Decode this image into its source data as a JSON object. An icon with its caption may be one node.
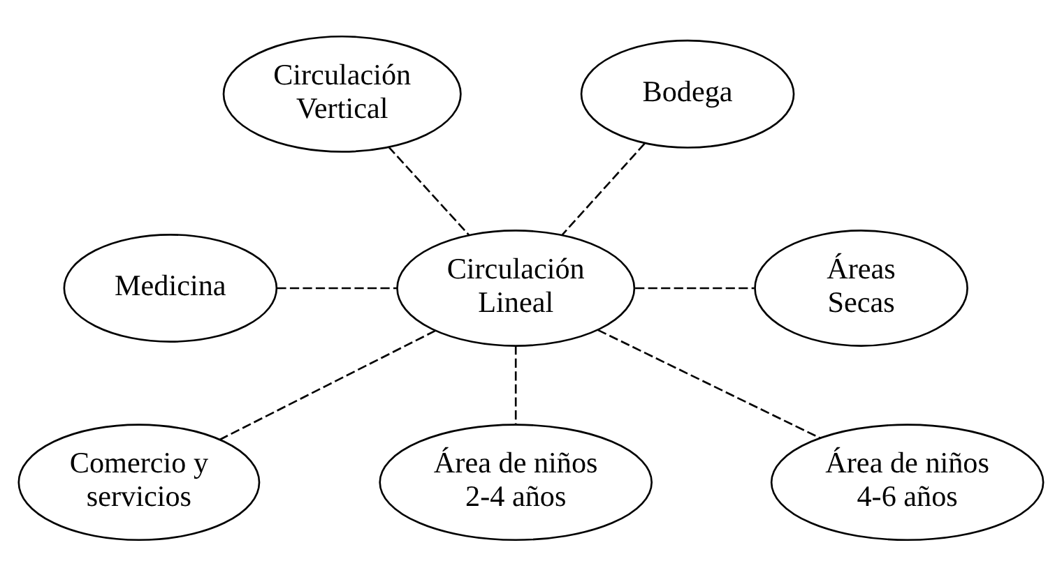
{
  "diagram": {
    "nodes": [
      {
        "text": [
          "Circulación Vertical"
        ]
      },
      {
        "text": [
          "Bodega"
        ]
      },
      {
        "text": [
          "Medicina"
        ]
      },
      {
        "text": [
          "Circulación Lineal"
        ]
      },
      {
        "text": [
          "Áreas Secas"
        ]
      },
      {
        "text": [
          "Comercio y servicios"
        ]
      },
      {
        "text": [
          "Área de niños 2-4 años"
        ]
      },
      {
        "text": [
          "Área de niños 4-6 años"
        ]
      }
    ],
    "edges": [
      {
        "from": 0,
        "to": 3,
        "arrow": "none",
        "style": "dashed"
      },
      {
        "from": 1,
        "to": 3,
        "arrow": "none",
        "style": "dashed"
      },
      {
        "from": 2,
        "to": 3,
        "arrow": "none",
        "style": "dashed"
      },
      {
        "from": 3,
        "to": 4,
        "arrow": "none",
        "style": "dashed"
      },
      {
        "from": 3,
        "to": 5,
        "arrow": "none",
        "style": "dashed"
      },
      {
        "from": 3,
        "to": 6,
        "arrow": "none",
        "style": "dashed"
      },
      {
        "from": 3,
        "to": 7,
        "arrow": "none",
        "style": "dashed"
      }
    ]
  }
}
